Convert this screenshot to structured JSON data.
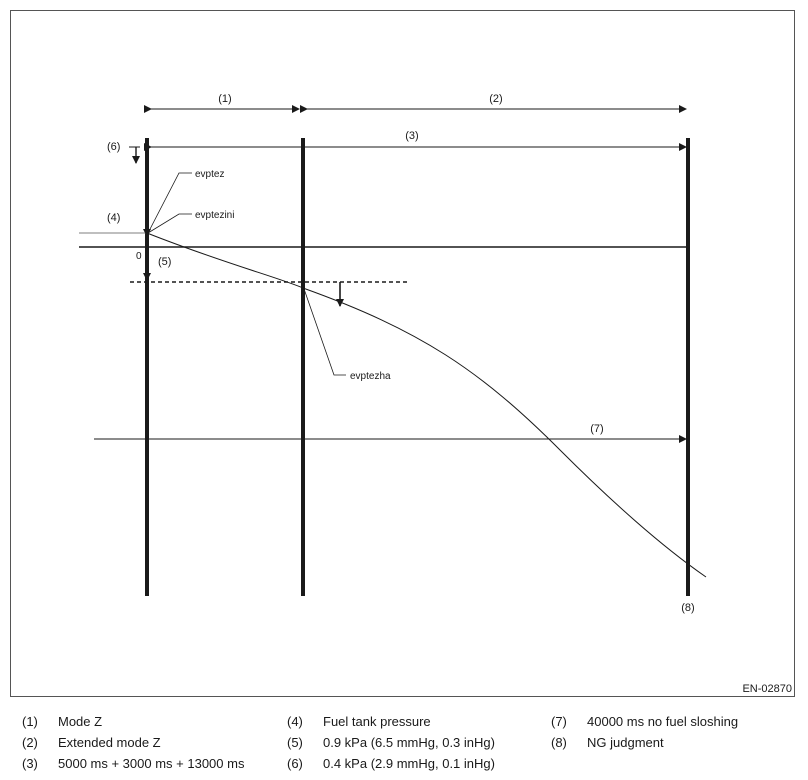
{
  "figure_id": "EN-02870",
  "diagram": {
    "labels": {
      "mode_z_marker": "(1)",
      "extended_mode_marker": "(2)",
      "total_time_marker": "(3)",
      "fuel_tank_pressure_marker": "(4)",
      "threshold_09_marker": "(5)",
      "threshold_04_marker": "(6)",
      "no_sloshing_marker": "(7)",
      "ng_marker": "(8)",
      "zero": "0",
      "evptez": "evptez",
      "evptezini": "evptezini",
      "evptezha": "evptezha"
    }
  },
  "legend": [
    {
      "num": "(1)",
      "text": "Mode Z"
    },
    {
      "num": "(2)",
      "text": "Extended mode Z"
    },
    {
      "num": "(3)",
      "text": "5000 ms + 3000 ms + 13000 ms"
    },
    {
      "num": "(4)",
      "text": "Fuel tank pressure"
    },
    {
      "num": "(5)",
      "text": "0.9 kPa (6.5 mmHg, 0.3 inHg)"
    },
    {
      "num": "(6)",
      "text": "0.4 kPa (2.9 mmHg, 0.1 inHg)"
    },
    {
      "num": "(7)",
      "text": "40000 ms no fuel sloshing"
    },
    {
      "num": "(8)",
      "text": "NG judgment"
    }
  ]
}
